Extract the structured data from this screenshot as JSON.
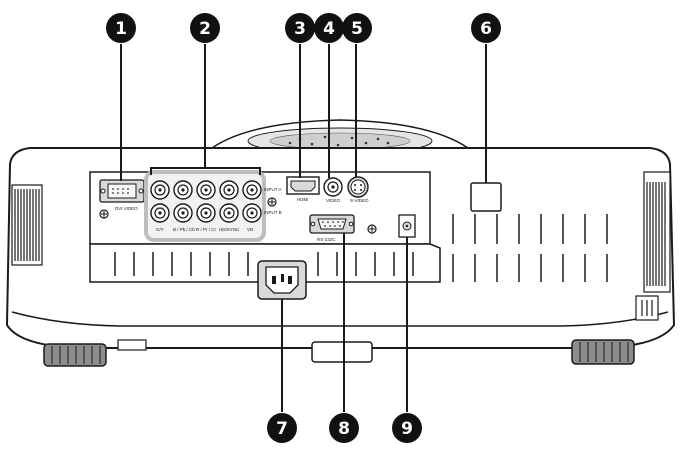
{
  "callouts": [
    {
      "number": "1"
    },
    {
      "number": "2"
    },
    {
      "number": "3"
    },
    {
      "number": "4"
    },
    {
      "number": "5"
    },
    {
      "number": "6"
    },
    {
      "number": "7"
    },
    {
      "number": "8"
    },
    {
      "number": "9"
    }
  ],
  "panel_labels": {
    "dvi_video": "DVI VIDEO",
    "input_a": "INPUT A",
    "input_b": "INPUT B",
    "g_y": "G/Y",
    "b_pb_cb": "B / Pb / Cb",
    "r_pr_cr": "R / Pr / Cr",
    "hd_sync": "HD/SYNC",
    "vd": "VD",
    "hdmi": "HDMI",
    "video": "VIDEO",
    "s_video": "S-VIDEO",
    "rs232c": "RS-232C"
  },
  "colors": {
    "callout_fill": "#111111",
    "outline": "#1a1a1a",
    "body_fill": "#ffffff",
    "panel_shade": "#f2f2f2",
    "connector_gray": "#bdbdbd"
  }
}
